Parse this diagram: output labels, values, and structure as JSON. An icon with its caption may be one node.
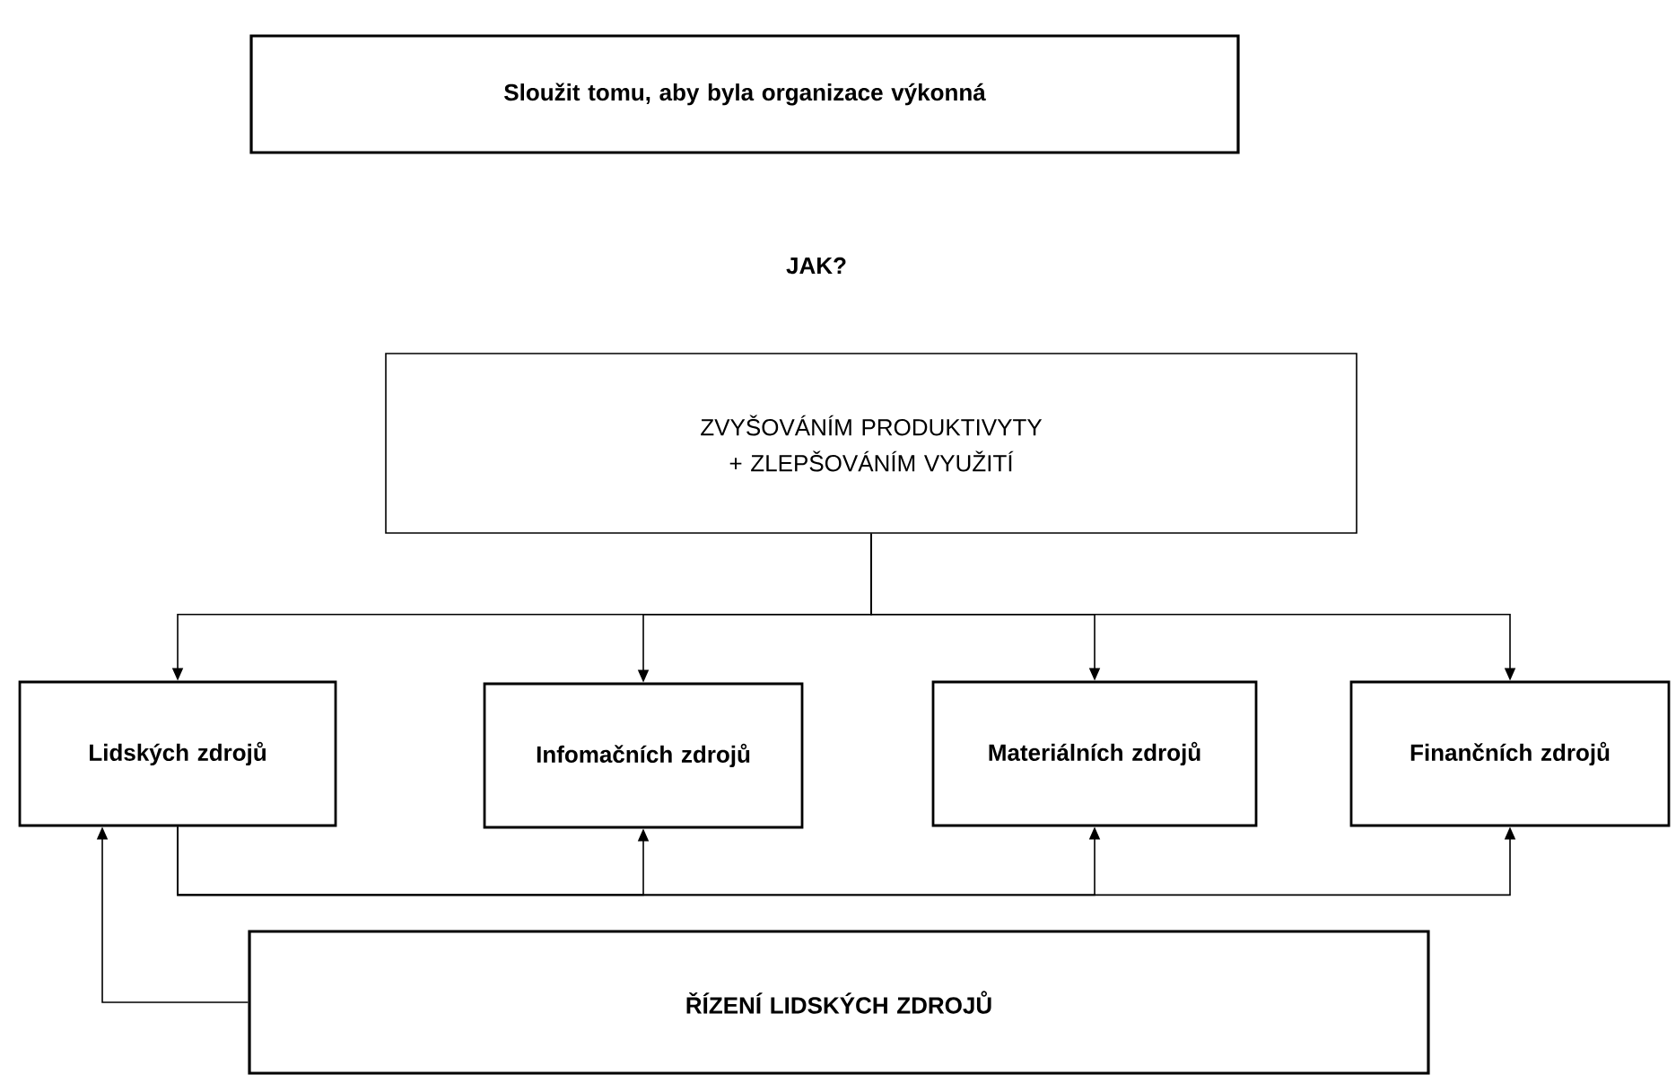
{
  "diagram": {
    "nodes": [
      {
        "text": [
          "Sloužit tomu, aby byla organizace výkonná"
        ]
      },
      {
        "text": [
          "ZVYŠOVÁNÍM PRODUKTIVYTY + ZLEPŠOVÁNÍM VYUŽITÍ"
        ]
      },
      {
        "text": [
          "Lidských zdrojů"
        ]
      },
      {
        "text": [
          "Infomačních zdrojů"
        ]
      },
      {
        "text": [
          "Materiálních zdrojů"
        ]
      },
      {
        "text": [
          "Finančních zdrojů"
        ]
      },
      {
        "text": [
          "ŘÍZENÍ LIDSKÝCH ZDROJŮ"
        ]
      }
    ],
    "edges": [
      {
        "from": 1,
        "to": 2,
        "arrow": "to"
      },
      {
        "from": 1,
        "to": 3,
        "arrow": "to"
      },
      {
        "from": 1,
        "to": 4,
        "arrow": "to"
      },
      {
        "from": 1,
        "to": 5,
        "arrow": "to"
      },
      {
        "from": 2,
        "to": 3,
        "arrow": "to"
      },
      {
        "from": 2,
        "to": 4,
        "arrow": "to"
      },
      {
        "from": 2,
        "to": 5,
        "arrow": "to"
      },
      {
        "from": 6,
        "to": 2,
        "arrow": "to"
      }
    ],
    "labels": [
      "JAK?"
    ]
  }
}
